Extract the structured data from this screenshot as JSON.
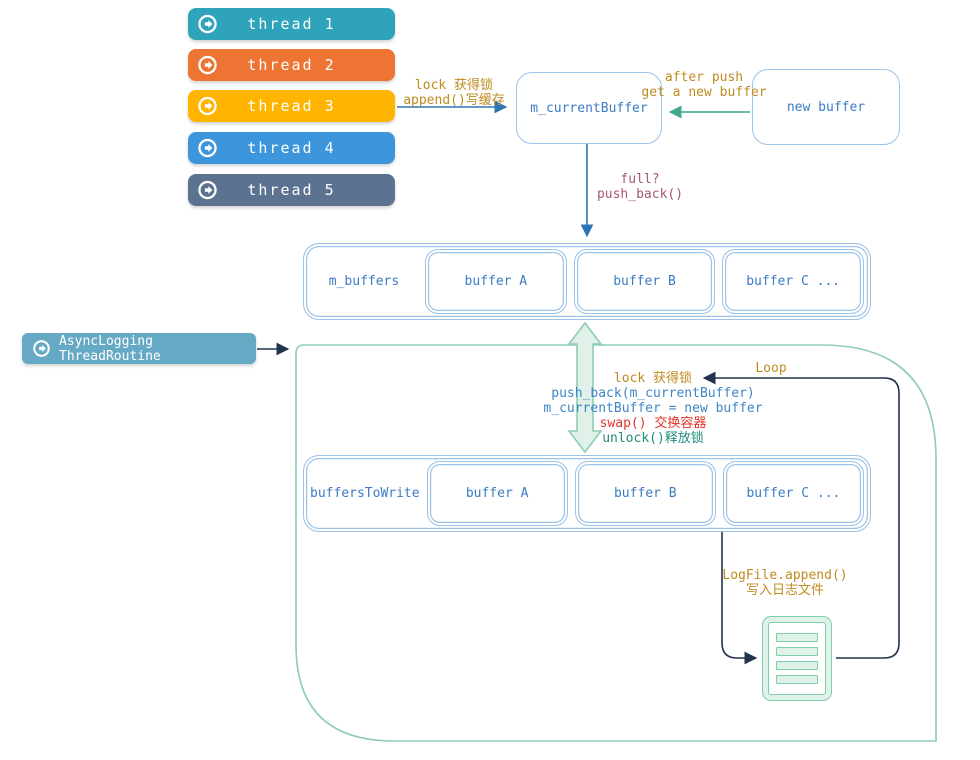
{
  "threads": [
    {
      "label": "thread 1",
      "color": "#2EA3B9"
    },
    {
      "label": "thread 2",
      "color": "#EE7434"
    },
    {
      "label": "thread 3",
      "color": "#FFB400"
    },
    {
      "label": "thread 4",
      "color": "#3D96DC"
    },
    {
      "label": "thread 5",
      "color": "#5B7390"
    }
  ],
  "async_button": {
    "label": "AsyncLogging ThreadRoutine",
    "color": "#66A9C5"
  },
  "boxes": {
    "m_current_buffer": "m_currentBuffer",
    "new_buffer": "new buffer"
  },
  "rows": {
    "m_buffers": {
      "label": "m_buffers",
      "buffers": [
        "buffer A",
        "buffer B",
        "buffer C ..."
      ]
    },
    "buffers_to_write": {
      "label": "buffersToWrite",
      "buffers": [
        "buffer A",
        "buffer B",
        "buffer C ..."
      ]
    }
  },
  "annotations": {
    "lock_append_1": "lock 获得锁",
    "lock_append_2": "append()写缓存",
    "after_push_1": "after push",
    "after_push_2": "get a new buffer",
    "full_1": "full?",
    "full_2": "push_back()",
    "loop": "Loop",
    "crit_1": "lock 获得锁",
    "crit_2": "push_back(m_currentBuffer)",
    "crit_3": "m_currentBuffer = new buffer",
    "crit_4": "swap() 交换容器",
    "crit_5": "unlock()释放锁",
    "logfile_1": "LogFile.append()",
    "logfile_2": "写入日志文件"
  },
  "icons": {
    "thread_pill": "circle-arrow-icon",
    "log_file": "document-icon"
  },
  "colors": {
    "box_border": "#9CC3E8",
    "box_text": "#3B7CC4",
    "annotation_gold": "#BF8B1F",
    "annotation_rose": "#A85875",
    "code_blue": "#3E86C8",
    "swap_red": "#E3342A",
    "unlock_teal": "#218B7A",
    "loop_navy": "#22334E",
    "flow_blue": "#2E75B6",
    "flow_green": "#3FA78C",
    "container_green": "#8FCDB2",
    "doc_green": "#7ED0A8",
    "doc_fill": "#DFF1E9"
  }
}
